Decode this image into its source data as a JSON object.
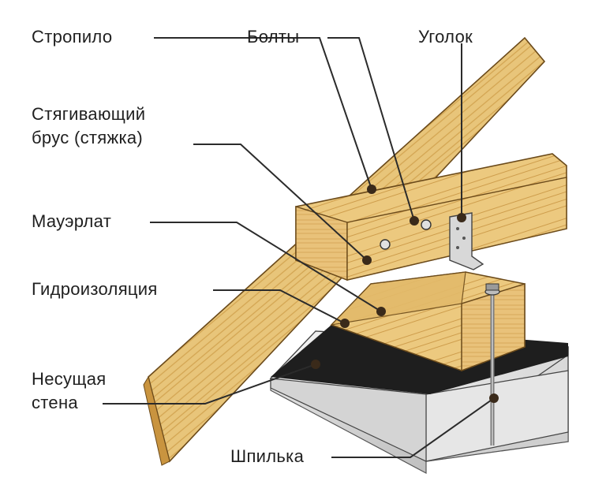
{
  "labels": {
    "rafter": "Стропило",
    "bolts": "Болты",
    "angle": "Уголок",
    "tie_beam": "Стягивающий\nбрус (стяжка)",
    "mauerlat": "Мауэрлат",
    "waterproofing": "Гидроизоляция",
    "bearing_wall": "Несущая\nстена",
    "stud": "Шпилька"
  }
}
